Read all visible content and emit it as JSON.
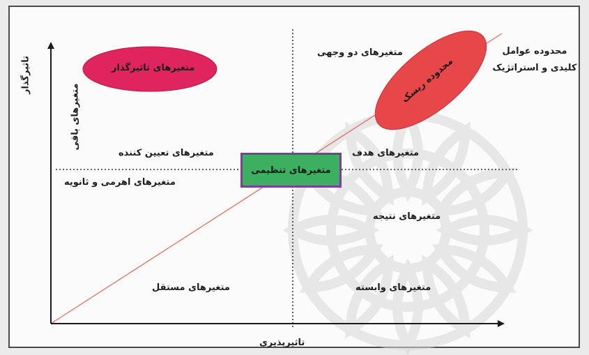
{
  "diagram": {
    "axis_y_label": "تاثیرگذار",
    "axis_x_label": "تاثیرپذیری",
    "ellipse_influential": "متغیرهای تاثیرگذار",
    "ellipse_risk": "محدوده ریسک",
    "box_regulatory": "متغیرهای تنظیمی",
    "residual_vertical": "متغیرهای باقی",
    "top_right_corner": "محدوده عوامل کلیدی و استراتژیک",
    "quadrant_top_right": "متغیرهای دو وجهی",
    "determining": "متغیرهای تعیین کننده",
    "target": "متغیرهای هدف",
    "secondary": "متغیرهای اهرمی و ثانویه",
    "result": "متغیرهای نتیجه",
    "independent": "متغیرهای مستقل",
    "dependent": "متغیرهای وابسته",
    "colors": {
      "ellipse_influential_fill": "#e0245e",
      "ellipse_risk_fill": "#e8474a",
      "box_fill": "#3cb060",
      "box_border": "#7b3f9a",
      "diagonal": "#e07060",
      "axis": "#1a1a1a"
    }
  }
}
